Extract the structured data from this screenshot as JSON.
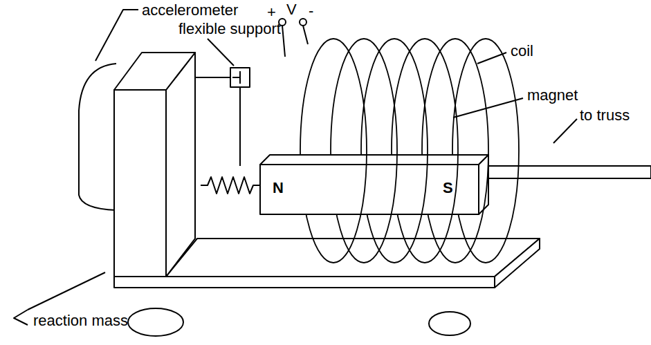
{
  "diagram": {
    "labels": [
      "accelerometer",
      "flexible support",
      "+",
      "V",
      "-",
      "coil",
      "magnet",
      "to truss",
      "reaction mass",
      "N",
      "S"
    ]
  }
}
